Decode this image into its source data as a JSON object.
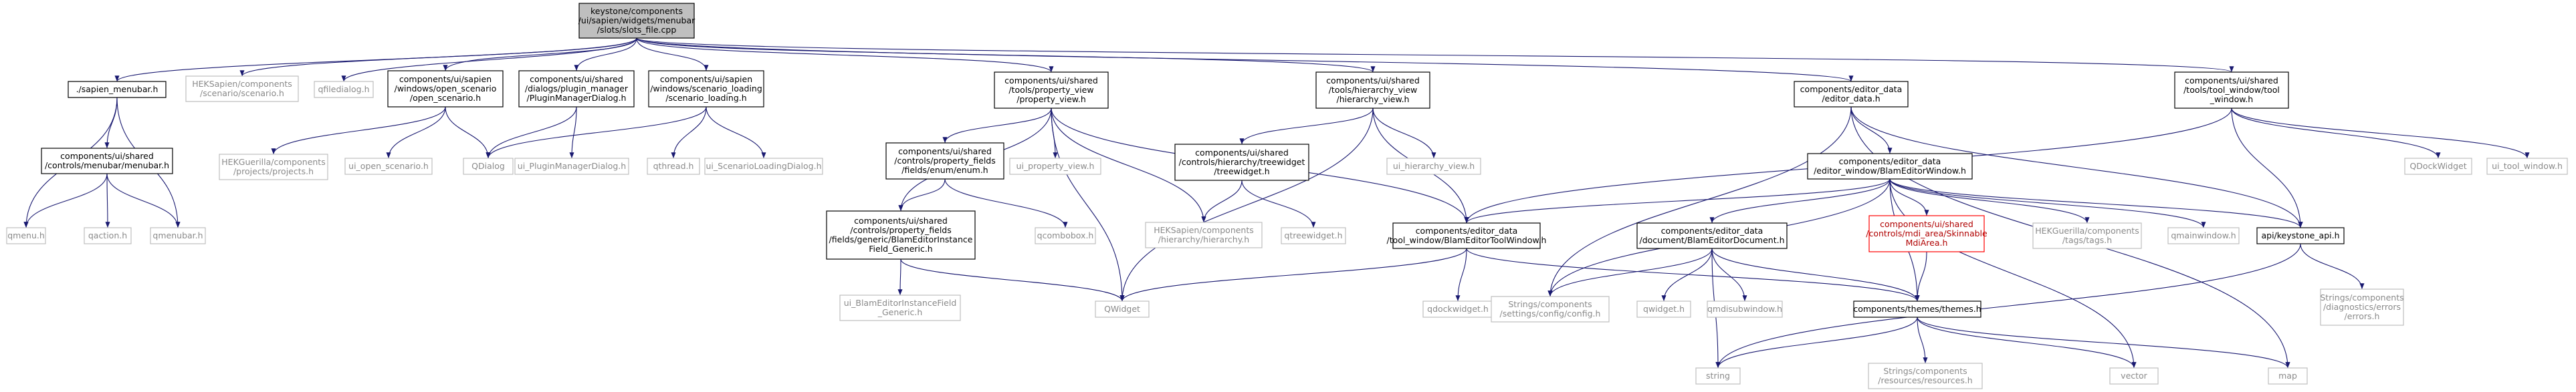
{
  "nodes": {
    "root": [
      "keystone/components",
      "/ui/sapien/widgets/menubar",
      "/slots/slots_file.cpp"
    ],
    "sapien_menubar": [
      "./sapien_menubar.h"
    ],
    "hek_scenario": [
      "HEKSapien/components",
      "/scenario/scenario.h"
    ],
    "qfiledialog": [
      "qfiledialog.h"
    ],
    "open_scenario": [
      "components/ui/sapien",
      "/windows/open_scenario",
      "/open_scenario.h"
    ],
    "plugin_manager": [
      "components/ui/shared",
      "/dialogs/plugin_manager",
      "/PluginManagerDialog.h"
    ],
    "scenario_loading": [
      "components/ui/sapien",
      "/windows/scenario_loading",
      "/scenario_loading.h"
    ],
    "property_view": [
      "components/ui/shared",
      "/tools/property_view",
      "/property_view.h"
    ],
    "hierarchy_view": [
      "components/ui/shared",
      "/tools/hierarchy_view",
      "/hierarchy_view.h"
    ],
    "editor_data": [
      "components/editor_data",
      "/editor_data.h"
    ],
    "tool_window": [
      "components/ui/shared",
      "/tools/tool_window/tool",
      "_window.h"
    ],
    "menubarmenubar": [
      "components/ui/shared",
      "/controls/menubar/menubar.h"
    ],
    "projects": [
      "HEKGuerilla/components",
      "/projects/projects.h"
    ],
    "ui_open_scenario": [
      "ui_open_scenario.h"
    ],
    "qdialog": [
      "QDialog"
    ],
    "ui_plugin": [
      "ui_PluginManagerDialog.h"
    ],
    "qthread": [
      "qthread.h"
    ],
    "ui_scenario_loading": [
      "ui_ScenarioLoadingDialog.h"
    ],
    "enum_view": [
      "components/ui/shared",
      "/controls/property_fields",
      "/fields/enum/enum.h"
    ],
    "ui_property_view": [
      "ui_property_view.h"
    ],
    "treewidget": [
      "components/ui/shared",
      "/controls/hierarchy/treewidget",
      "/treewidget.h"
    ],
    "ui_hierarchy_view": [
      "ui_hierarchy_view.h"
    ],
    "blam_editor_window": [
      "components/editor_data",
      "/editor_window/BlamEditorWindow.h"
    ],
    "qdockwidget_cap": [
      "QDockWidget"
    ],
    "ui_tool_window": [
      "ui_tool_window.h"
    ],
    "qmenu": [
      "qmenu.h"
    ],
    "qaction": [
      "qaction.h"
    ],
    "qmenubar": [
      "qmenubar.h"
    ],
    "generic": [
      "components/ui/shared",
      "/controls/property_fields",
      "/fields/generic/BlamEditorInstance",
      "Field_Generic.h"
    ],
    "qcombobox": [
      "qcombobox.h"
    ],
    "hek_hierarchy": [
      "HEKSapien/components",
      "/hierarchy/hierarchy.h"
    ],
    "qtreewidget": [
      "qtreewidget.h"
    ],
    "blam_tool_window": [
      "components/editor_data",
      "/tool_window/BlamEditorToolWindow.h"
    ],
    "blam_document": [
      "components/editor_data",
      "/document/BlamEditorDocument.h"
    ],
    "skinnable": [
      "components/ui/shared",
      "/controls/mdi_area/Skinnable",
      "MdiArea.h"
    ],
    "hek_tags": [
      "HEKGuerilla/components",
      "/tags/tags.h"
    ],
    "qmainwindow": [
      "qmainwindow.h"
    ],
    "keystone_api": [
      "api/keystone_api.h"
    ],
    "ui_instance_generic": [
      "ui_BlamEditorInstanceField",
      "_Generic.h"
    ],
    "qwidget_cap": [
      "QWidget"
    ],
    "qdockwidget": [
      "qdockwidget.h"
    ],
    "config": [
      "Strings/components",
      "/settings/config/config.h"
    ],
    "qwidget": [
      "qwidget.h"
    ],
    "qmdisubwindow": [
      "qmdisubwindow.h"
    ],
    "themes": [
      "components/themes/themes.h"
    ],
    "errors": [
      "Strings/components",
      "/diagnostics/errors",
      "/errors.h"
    ],
    "string": [
      "string"
    ],
    "resources": [
      "Strings/components",
      "/resources/resources.h"
    ],
    "vector": [
      "vector"
    ],
    "map": [
      "map"
    ]
  },
  "node_styles": {
    "root": "root",
    "hek_scenario": "light",
    "qfiledialog": "light",
    "projects": "light",
    "ui_open_scenario": "light",
    "qdialog": "light",
    "ui_plugin": "light",
    "qthread": "light",
    "ui_scenario_loading": "light",
    "ui_property_view": "light",
    "ui_hierarchy_view": "light",
    "qdockwidget_cap": "light",
    "ui_tool_window": "light",
    "qmenu": "light",
    "qaction": "light",
    "qmenubar": "light",
    "qcombobox": "light",
    "hek_hierarchy": "light",
    "qtreewidget": "light",
    "hek_tags": "light",
    "qmainwindow": "light",
    "ui_instance_generic": "light",
    "qwidget_cap": "light",
    "qdockwidget": "light",
    "config": "light",
    "qwidget": "light",
    "qmdisubwindow": "light",
    "errors": "light",
    "string": "light",
    "resources": "light",
    "vector": "light",
    "map": "light",
    "skinnable": "red"
  },
  "edges": [
    [
      "root",
      "sapien_menubar"
    ],
    [
      "root",
      "hek_scenario"
    ],
    [
      "root",
      "qfiledialog"
    ],
    [
      "root",
      "open_scenario"
    ],
    [
      "root",
      "plugin_manager"
    ],
    [
      "root",
      "scenario_loading"
    ],
    [
      "root",
      "property_view"
    ],
    [
      "root",
      "hierarchy_view"
    ],
    [
      "root",
      "editor_data"
    ],
    [
      "root",
      "tool_window"
    ],
    [
      "sapien_menubar",
      "menubarmenubar"
    ],
    [
      "sapien_menubar",
      "qmenu"
    ],
    [
      "sapien_menubar",
      "qmenubar"
    ],
    [
      "menubarmenubar",
      "qmenu"
    ],
    [
      "menubarmenubar",
      "qaction"
    ],
    [
      "menubarmenubar",
      "qmenubar"
    ],
    [
      "open_scenario",
      "projects"
    ],
    [
      "open_scenario",
      "ui_open_scenario"
    ],
    [
      "open_scenario",
      "qdialog"
    ],
    [
      "plugin_manager",
      "qdialog"
    ],
    [
      "plugin_manager",
      "ui_plugin"
    ],
    [
      "scenario_loading",
      "qdialog"
    ],
    [
      "scenario_loading",
      "qthread"
    ],
    [
      "scenario_loading",
      "ui_scenario_loading"
    ],
    [
      "property_view",
      "enum_view"
    ],
    [
      "property_view",
      "ui_property_view"
    ],
    [
      "property_view",
      "generic"
    ],
    [
      "property_view",
      "qwidget_cap"
    ],
    [
      "property_view",
      "blam_tool_window"
    ],
    [
      "property_view",
      "hek_hierarchy"
    ],
    [
      "enum_view",
      "generic"
    ],
    [
      "enum_view",
      "qcombobox"
    ],
    [
      "generic",
      "ui_instance_generic"
    ],
    [
      "generic",
      "qwidget_cap"
    ],
    [
      "hierarchy_view",
      "treewidget"
    ],
    [
      "hierarchy_view",
      "ui_hierarchy_view"
    ],
    [
      "hierarchy_view",
      "qwidget_cap"
    ],
    [
      "hierarchy_view",
      "blam_tool_window"
    ],
    [
      "treewidget",
      "hek_hierarchy"
    ],
    [
      "treewidget",
      "qtreewidget"
    ],
    [
      "editor_data",
      "blam_editor_window"
    ],
    [
      "editor_data",
      "config"
    ],
    [
      "editor_data",
      "keystone_api"
    ],
    [
      "editor_data",
      "map"
    ],
    [
      "blam_editor_window",
      "blam_tool_window"
    ],
    [
      "blam_editor_window",
      "blam_document"
    ],
    [
      "blam_editor_window",
      "skinnable"
    ],
    [
      "blam_editor_window",
      "hek_tags"
    ],
    [
      "blam_editor_window",
      "qmainwindow"
    ],
    [
      "blam_editor_window",
      "keystone_api"
    ],
    [
      "blam_editor_window",
      "themes"
    ],
    [
      "blam_editor_window",
      "config"
    ],
    [
      "blam_editor_window",
      "vector"
    ],
    [
      "blam_tool_window",
      "qdockwidget"
    ],
    [
      "blam_tool_window",
      "qwidget_cap"
    ],
    [
      "blam_tool_window",
      "themes"
    ],
    [
      "blam_document",
      "config"
    ],
    [
      "blam_document",
      "qwidget"
    ],
    [
      "blam_document",
      "qmdisubwindow"
    ],
    [
      "blam_document",
      "themes"
    ],
    [
      "blam_document",
      "string"
    ],
    [
      "skinnable",
      "themes"
    ],
    [
      "keystone_api",
      "errors"
    ],
    [
      "keystone_api",
      "string"
    ],
    [
      "themes",
      "string"
    ],
    [
      "themes",
      "resources"
    ],
    [
      "themes",
      "vector"
    ],
    [
      "themes",
      "map"
    ],
    [
      "tool_window",
      "blam_tool_window"
    ],
    [
      "tool_window",
      "qdockwidget_cap"
    ],
    [
      "tool_window",
      "ui_tool_window"
    ],
    [
      "tool_window",
      "keystone_api"
    ]
  ]
}
